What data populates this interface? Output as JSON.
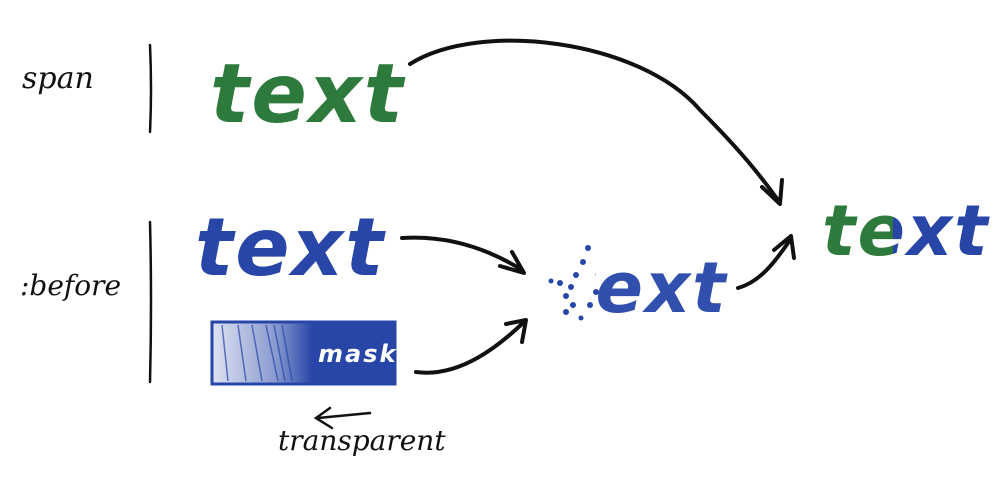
{
  "colors": {
    "green": "#2e7a3c",
    "blue": "#2746a8",
    "ink": "#111111"
  },
  "labels": {
    "span": "span",
    "before": ":before",
    "transparent": "transparent",
    "mask": "mask"
  },
  "words": {
    "span_text": "text",
    "before_text": "text",
    "masked_text": "text",
    "result_text": "text"
  }
}
